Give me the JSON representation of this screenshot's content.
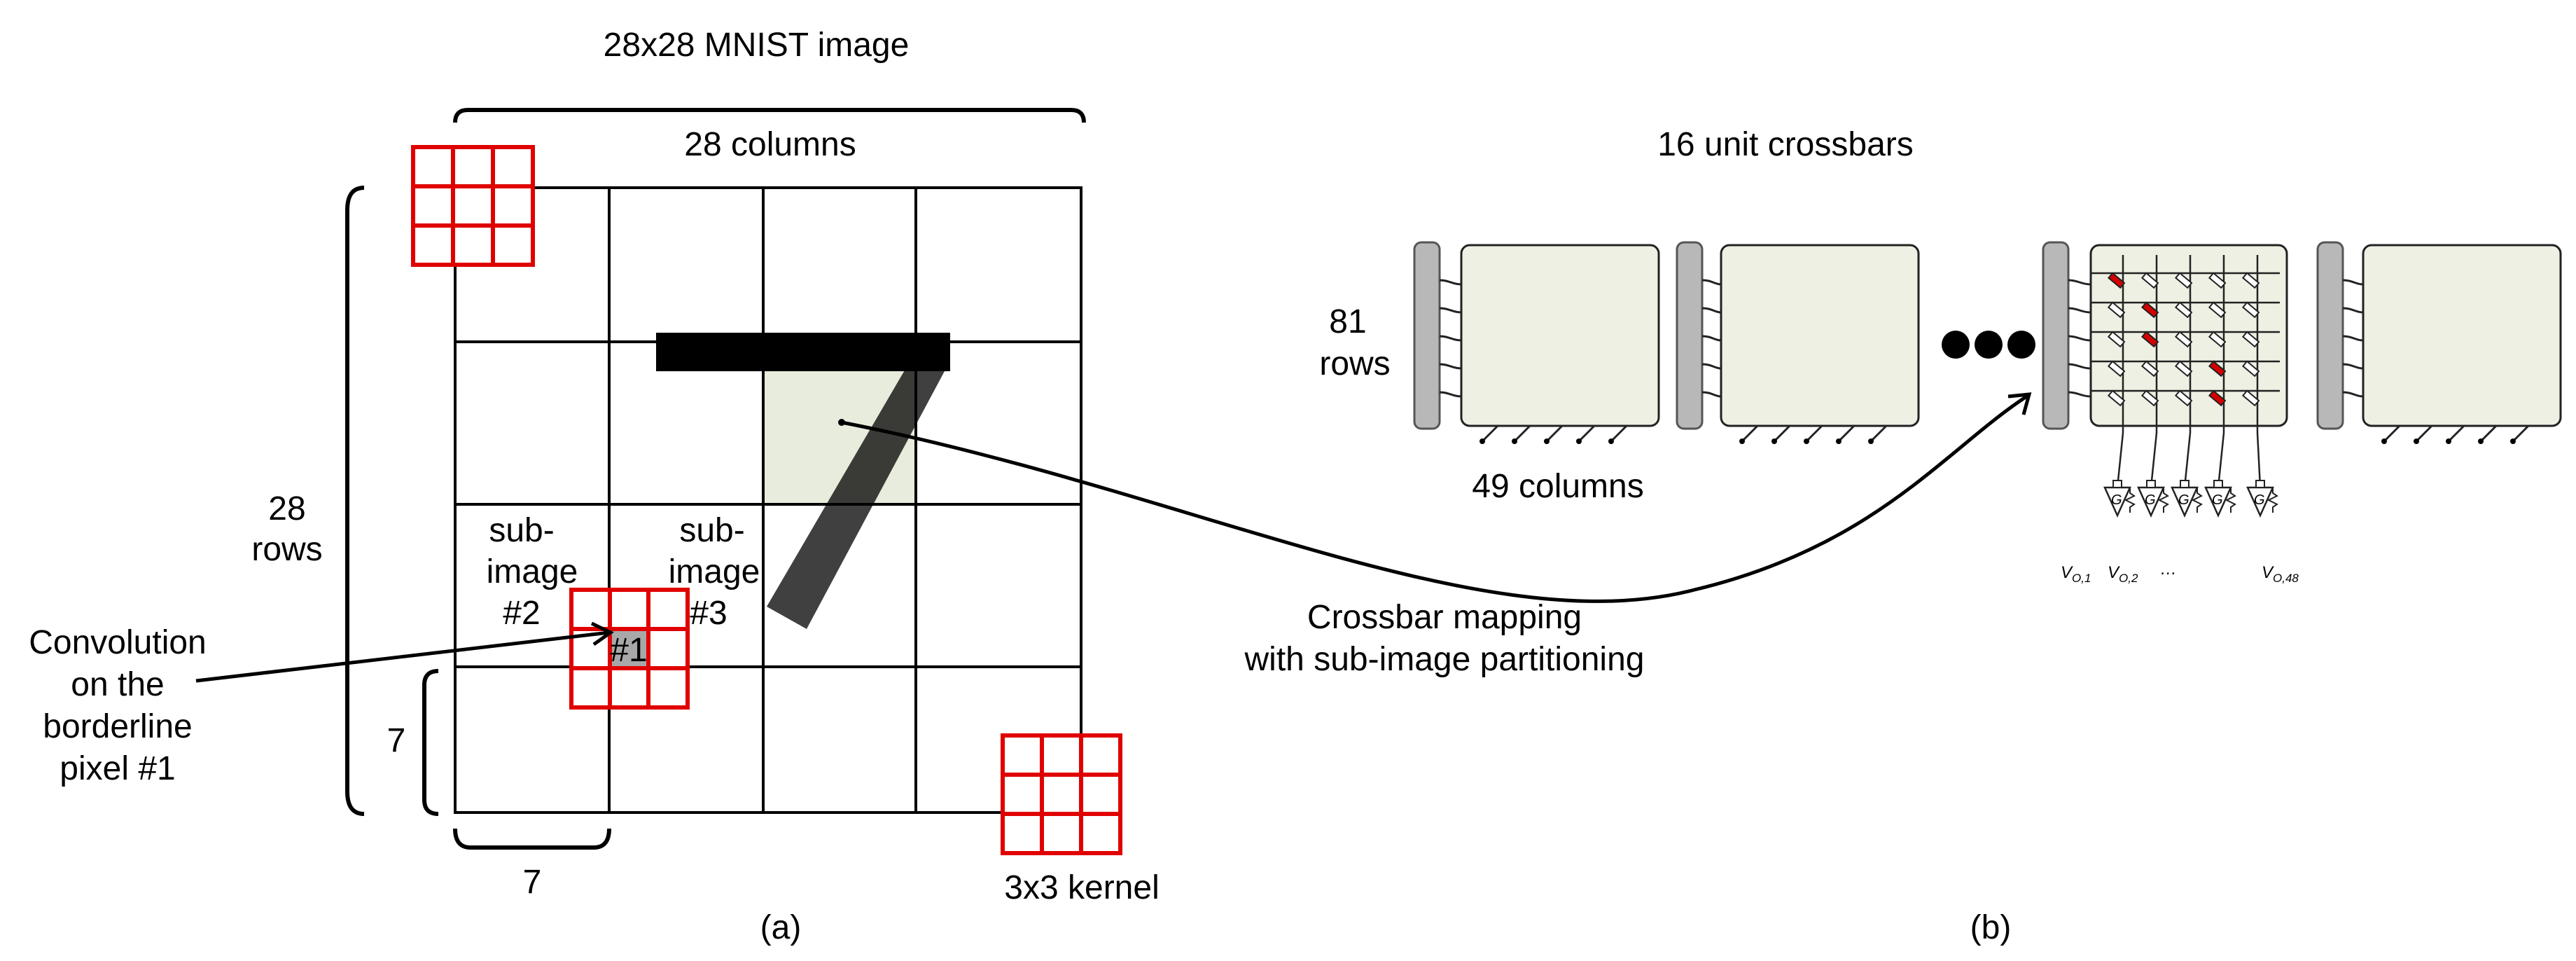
{
  "panel_a": {
    "title": "28x28 MNIST image",
    "columns_label": "28 columns",
    "rows_label_line1": "28",
    "rows_label_line2": "rows",
    "sub2_line1": "sub-",
    "sub2_line2": "image",
    "sub2_line3": "#2",
    "sub3_line1": "sub-",
    "sub3_line2": "image",
    "sub3_line3": "#3",
    "pixel_label": "#1",
    "conv_line1": "Convolution",
    "conv_line2": "on the",
    "conv_line3": "borderline",
    "conv_line4": "pixel #1",
    "seven_left": "7",
    "seven_bottom": "7",
    "kernel_label": "3x3 kernel",
    "caption": "(a)"
  },
  "panel_b": {
    "title": "16 unit crossbars",
    "rows_line1": "81",
    "rows_line2": "rows",
    "columns_label": "49 columns",
    "mapping_line1": "Crossbar mapping",
    "mapping_line2": "with sub-image partitioning",
    "v1": "V",
    "v1_sub": "O,1",
    "v2": "V",
    "v2_sub": "O,2",
    "vdots": "…",
    "v48": "V",
    "v48_sub": "O,48",
    "caption": "(b)"
  },
  "colors": {
    "kernel_red": "#e00000",
    "crossbar_fill": "#eef0e4",
    "driver_grey": "#b8b8b8",
    "highlight_cell": "#e8ecdc",
    "digit_black": "#000000",
    "memristor_red": "#d40000"
  }
}
